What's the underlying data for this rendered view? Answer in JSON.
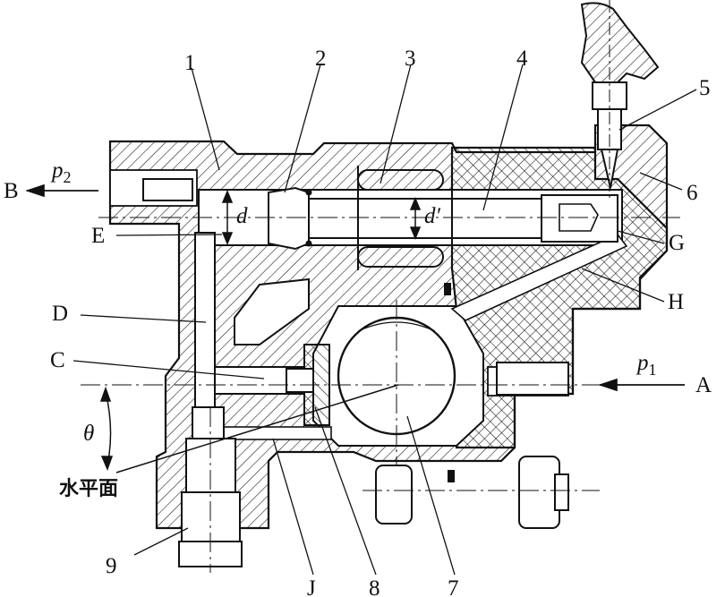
{
  "diagram": {
    "callouts": [
      "1",
      "2",
      "3",
      "4",
      "5",
      "6",
      "7",
      "8",
      "9"
    ],
    "letters": {
      "A": "A",
      "B": "B",
      "C": "C",
      "D": "D",
      "E": "E",
      "G": "G",
      "H": "H",
      "J": "J"
    },
    "pressure_in": {
      "base": "p",
      "sub": "1"
    },
    "pressure_out": {
      "base": "p",
      "sub": "2"
    },
    "diameter_d": "d",
    "diameter_d_prime": "d′",
    "angle": "θ",
    "horizontal_plane": "水平面",
    "colors": {
      "ink": "#111111",
      "background": "#ffffff"
    }
  }
}
